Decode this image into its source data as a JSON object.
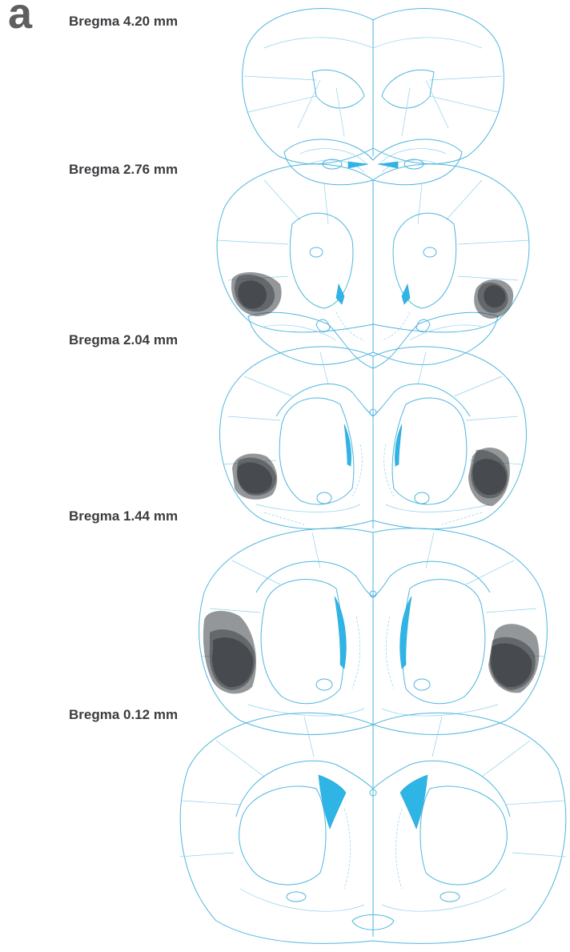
{
  "panel_letter": "a",
  "sections": [
    {
      "label": "Bregma 4.20 mm"
    },
    {
      "label": "Bregma 2.76 mm"
    },
    {
      "label": "Bregma 2.04 mm"
    },
    {
      "label": "Bregma 1.44 mm"
    },
    {
      "label": "Bregma 0.12 mm"
    }
  ],
  "colors": {
    "outline": "#4fb6dd",
    "ventricle": "#2eb5e6",
    "lesion": "#3d4146",
    "label_text": "#3c3c41"
  }
}
